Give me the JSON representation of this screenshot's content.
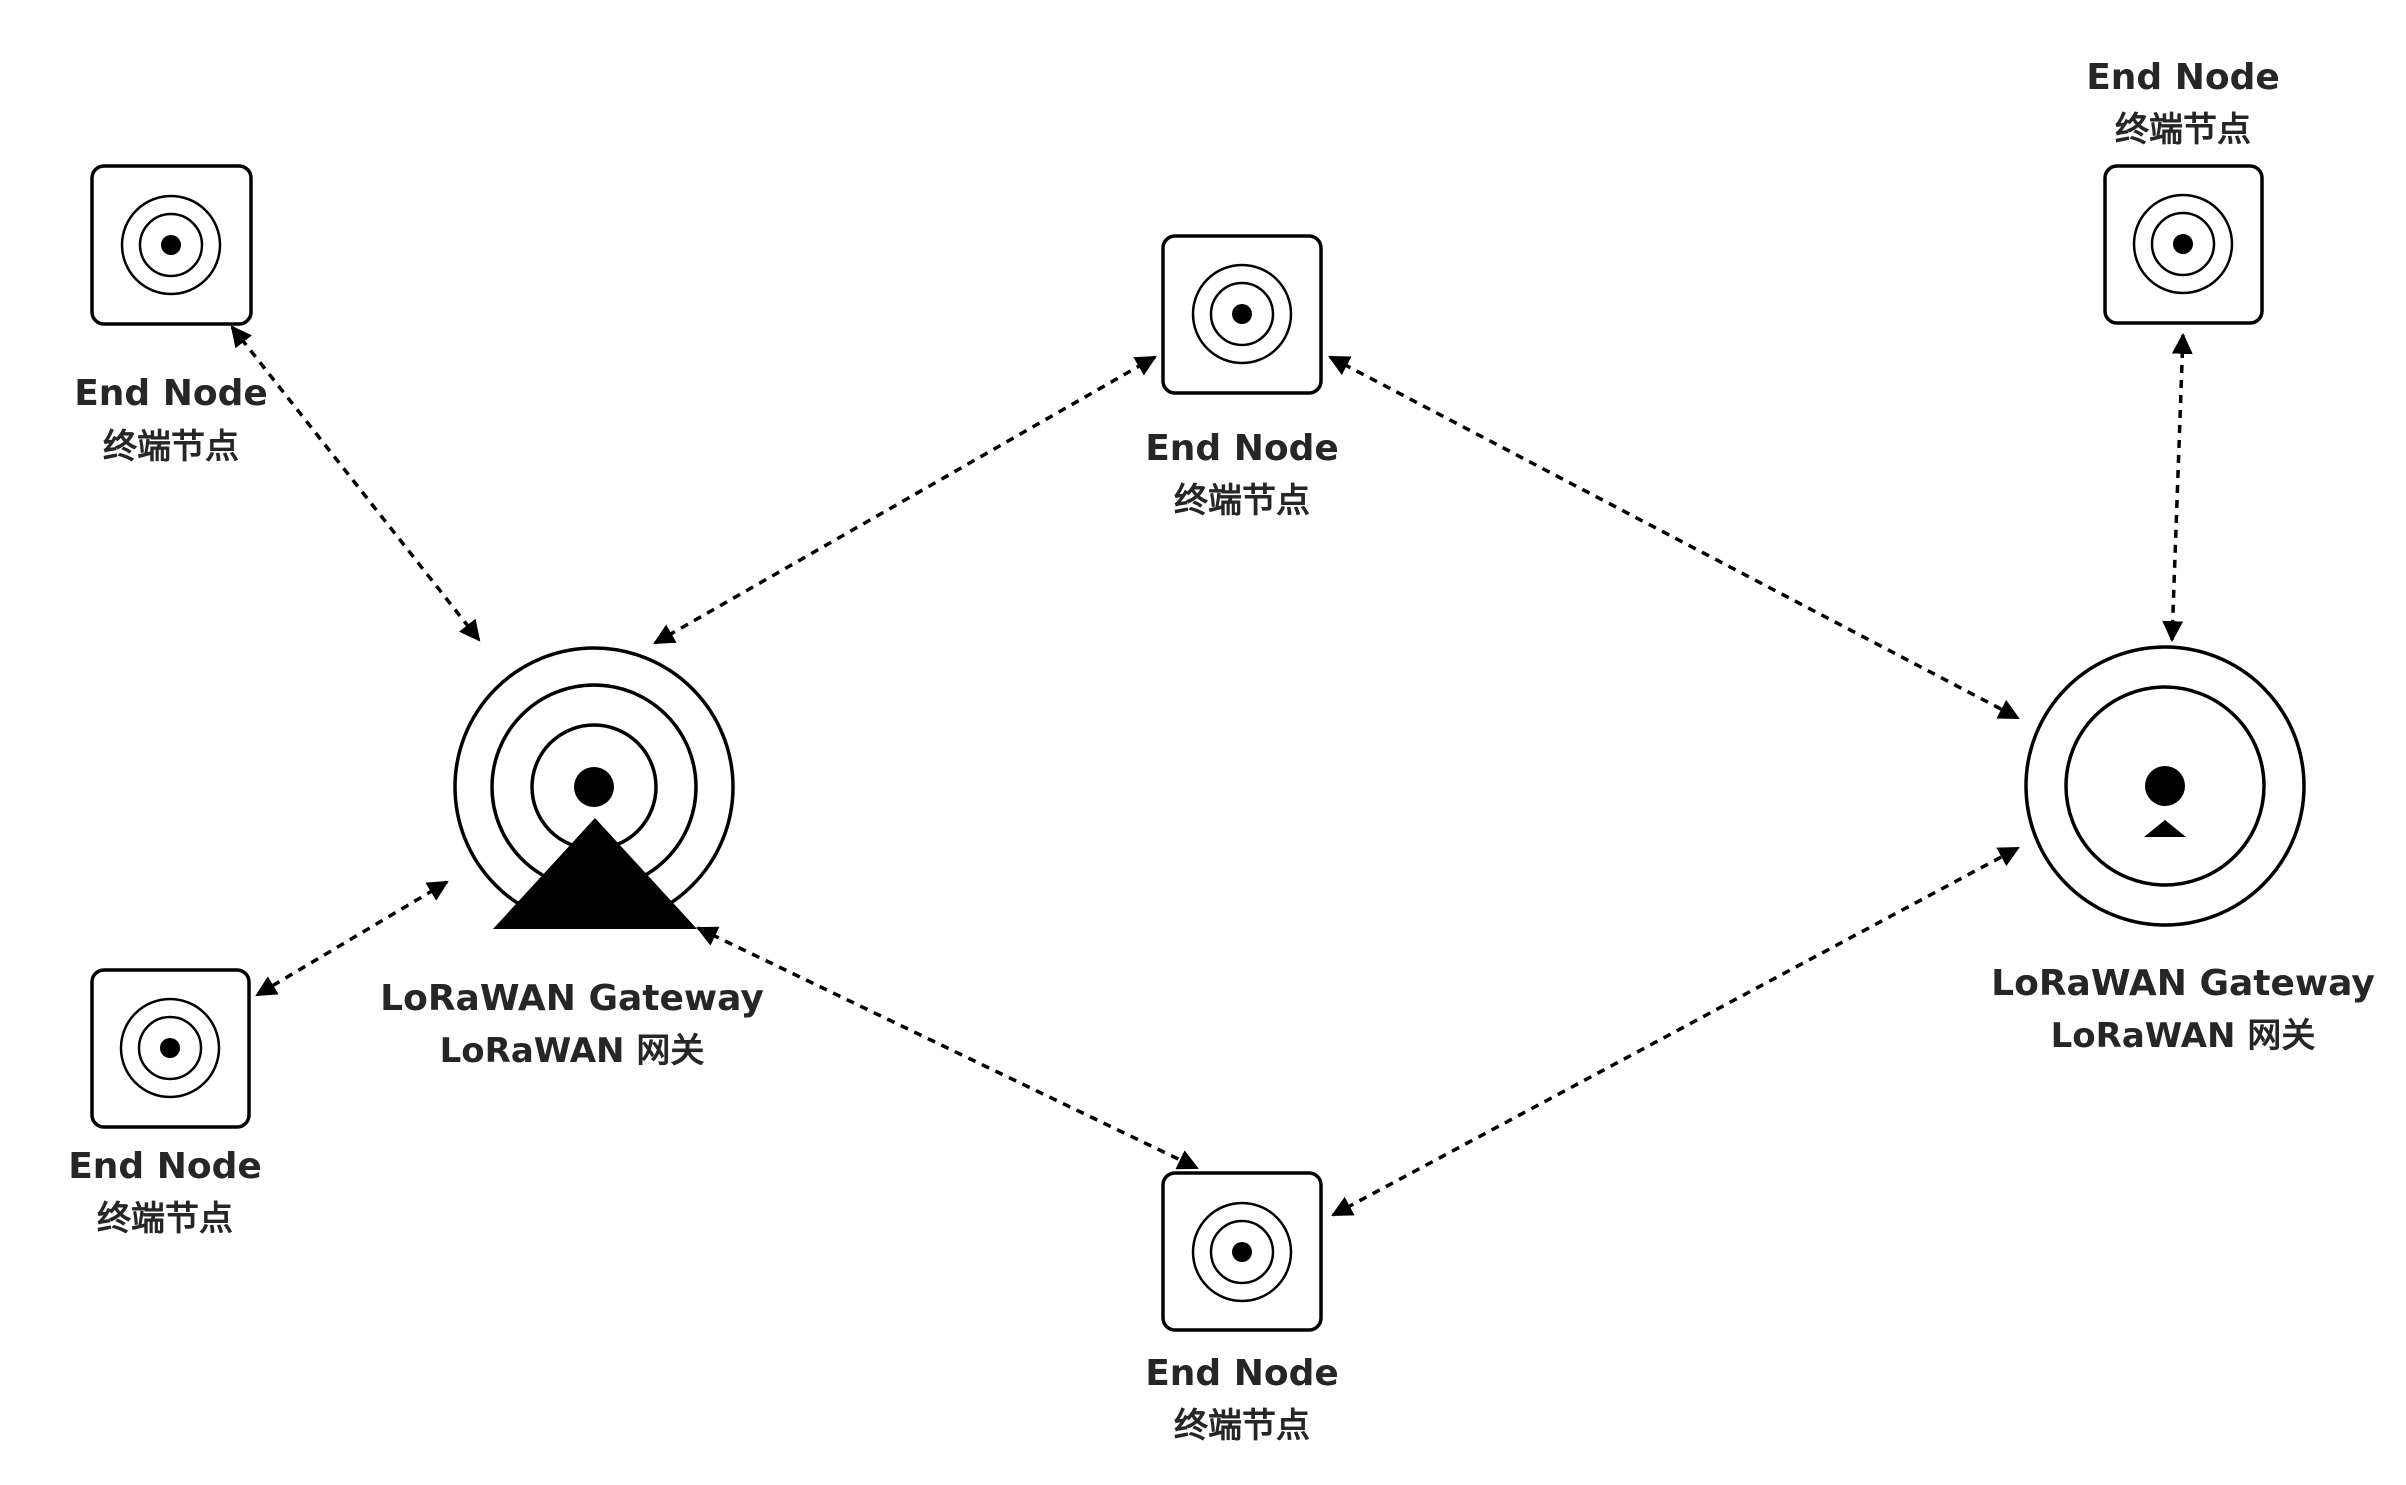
{
  "nodes": {
    "top_left": {
      "en": "End Node",
      "cn": "终端节点"
    },
    "bottom_left": {
      "en": "End Node",
      "cn": "终端节点"
    },
    "top_center": {
      "en": "End Node",
      "cn": "终端节点"
    },
    "bottom_center": {
      "en": "End Node",
      "cn": "终端节点"
    },
    "top_right": {
      "en": "End Node",
      "cn": "终端节点"
    }
  },
  "gateways": {
    "left": {
      "en": "LoRaWAN Gateway",
      "cn": "LoRaWAN 网关"
    },
    "right": {
      "en": "LoRaWAN Gateway",
      "cn": "LoRaWAN 网关"
    }
  },
  "icons": {
    "end_node": "end-node-icon",
    "gateway_left": "gateway-antenna-icon",
    "gateway_right": "gateway-user-icon"
  },
  "colors": {
    "stroke": "#000000",
    "label": "#262626",
    "background": "#ffffff"
  }
}
